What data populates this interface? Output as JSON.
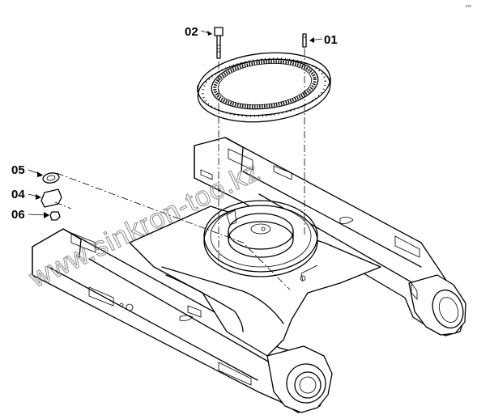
{
  "labels": {
    "ring_pin": "01",
    "bolt": "02",
    "washer": "05",
    "plate": "04",
    "screw": "06"
  },
  "watermark": "www.sinkron-too.kz",
  "corner_mark": "pre"
}
